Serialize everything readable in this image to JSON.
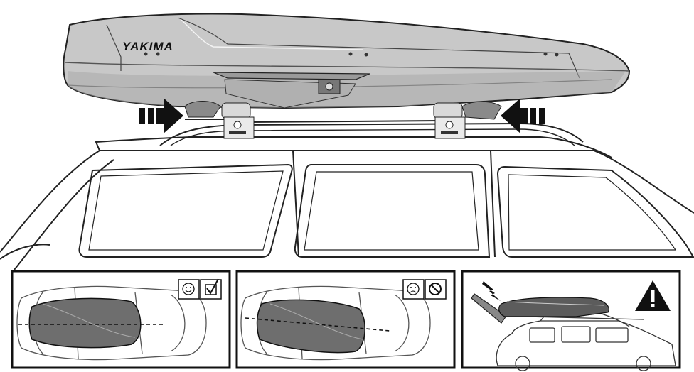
{
  "brand_label": "YAKIMA",
  "icons": {
    "arrow_left": "push-arrow-right-icon",
    "arrow_right": "push-arrow-left-icon",
    "happy": "smiley-face-icon",
    "check": "checkbox-check-icon",
    "sad": "sad-face-icon",
    "no": "prohibited-icon",
    "warning": "warning-triangle-icon",
    "impact": "lightning-impact-icon"
  },
  "panels": [
    {
      "name": "correct-centered-alignment",
      "verdict": "ok"
    },
    {
      "name": "incorrect-offset-alignment",
      "verdict": "bad"
    },
    {
      "name": "hatch-clearance-warning",
      "verdict": "warning"
    }
  ],
  "colors": {
    "box_fill": "#c8c8c8",
    "box_shade": "#a9a9a9",
    "line": "#222222",
    "warning_fill": "#111111"
  }
}
